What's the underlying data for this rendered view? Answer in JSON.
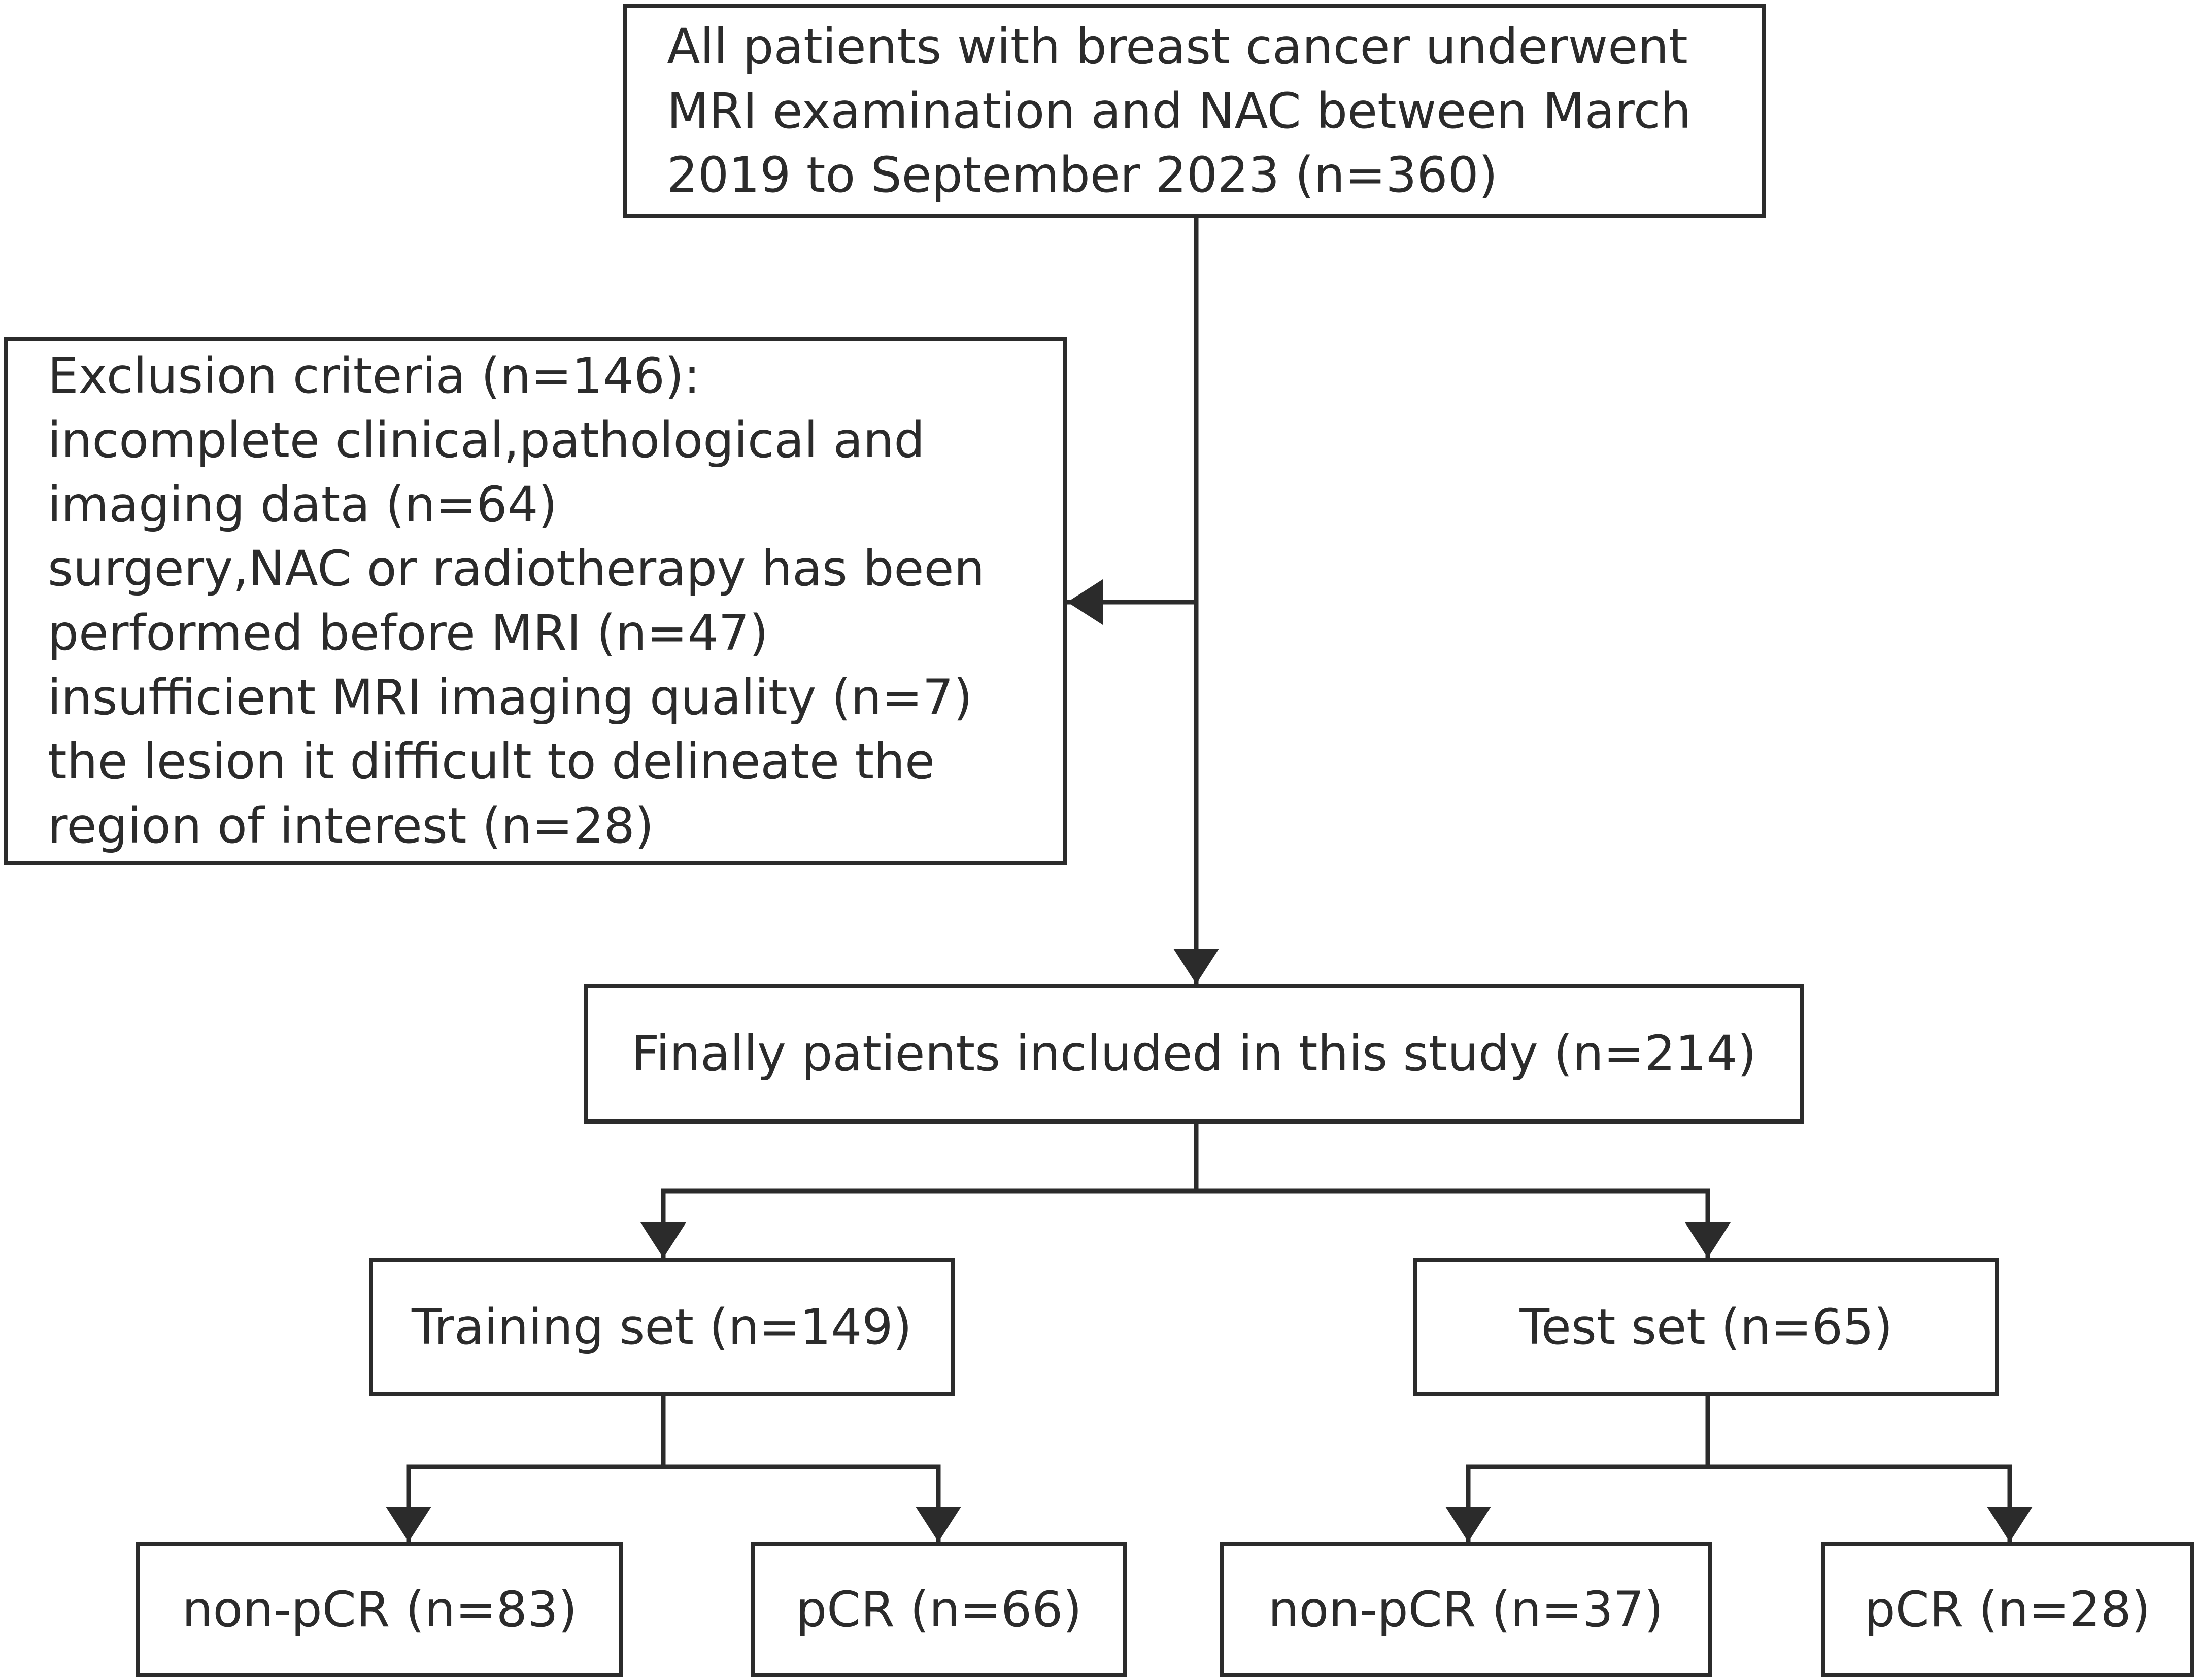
{
  "flowchart": {
    "top_box": {
      "lines": [
        "All patients with breast cancer underwent",
        "MRI examination and NAC between March",
        "2019 to September 2023 (n=360)"
      ]
    },
    "exclusion_box": {
      "lines": [
        "Exclusion criteria (n=146):",
        "incomplete clinical,pathological and",
        "imaging data (n=64)",
        "surgery,NAC or radiotherapy has been",
        "performed before MRI (n=47)",
        "insufficient MRI imaging quality (n=7)",
        "the lesion it difficult to delineate the",
        "region of interest (n=28)"
      ]
    },
    "final_box": {
      "label": "Finally patients included in this study (n=214)"
    },
    "training_box": {
      "label": "Training set (n=149)"
    },
    "test_box": {
      "label": "Test set (n=65)"
    },
    "train_nonpcr_box": {
      "label": "non-pCR (n=83)"
    },
    "train_pcr_box": {
      "label": "pCR (n=66)"
    },
    "test_nonpcr_box": {
      "label": "non-pCR (n=37)"
    },
    "test_pcr_box": {
      "label": "pCR (n=28)"
    }
  },
  "colors": {
    "line": "#2b2b2b",
    "background": "#ffffff"
  }
}
